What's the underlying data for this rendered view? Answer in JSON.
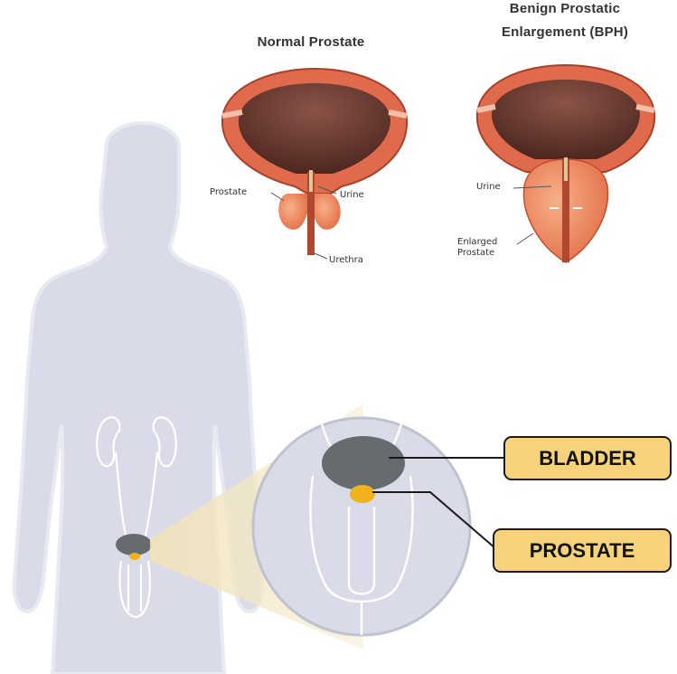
{
  "normal": {
    "title": "Normal Prostate",
    "labels": {
      "prostate": "Prostate",
      "urine": "Urine",
      "urethra": "Urethra"
    }
  },
  "bph": {
    "title_line1": "Benign Prostatic",
    "title_line2": "Enlargement (BPH)",
    "labels": {
      "urine": "Urine",
      "enlarged_line1": "Enlarged",
      "enlarged_line2": "Prostate"
    }
  },
  "callouts": {
    "bladder": "BLADDER",
    "prostate": "PROSTATE"
  },
  "colors": {
    "body_silhouette": "#d9dce8",
    "bladder": "#666b70",
    "prostate": "#f2b21e",
    "callout_fill": "#f6d37b",
    "bladder_tissue": "#e06a4c",
    "bladder_inner": "#6b3a30"
  }
}
